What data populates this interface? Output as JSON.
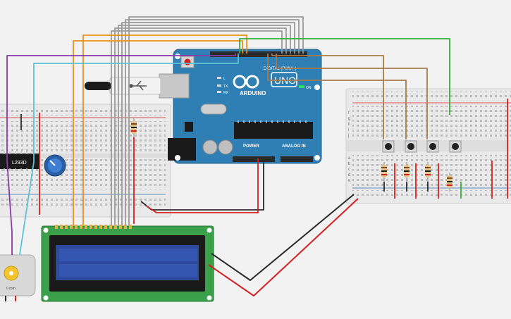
{
  "arduino": {
    "brand": "ARDUINO",
    "model": "UNO",
    "digital_label": "DIGITAL (PWM~)",
    "power_label": "POWER",
    "analog_label": "ANALOG IN",
    "on_label": "ON",
    "tx_label": "TX",
    "rx_label": "RX",
    "l_label": "L"
  },
  "chip": {
    "label": "L293D"
  },
  "motor": {
    "label": "0 rpm"
  },
  "breadboard_right": {
    "row_labels": [
      "f",
      "g",
      "h",
      "i",
      "j",
      "a",
      "b",
      "c",
      "d",
      "e"
    ]
  },
  "colors": {
    "canvas": "#f2f2f3",
    "arduino_board": "#2f7fb4",
    "breadboard": "#e9e9e9",
    "lcd_pcb": "#3aa04a",
    "lcd_screen": "#2e4a9c",
    "wire_gray": "#9a9a9a",
    "wire_orange": "#e8901c",
    "wire_green": "#3cae3c",
    "wire_brown": "#a87b4c",
    "wire_purple": "#8a3aa8",
    "wire_cyan": "#5bc3d6",
    "wire_red": "#d52020",
    "wire_black": "#2a2a2a"
  }
}
